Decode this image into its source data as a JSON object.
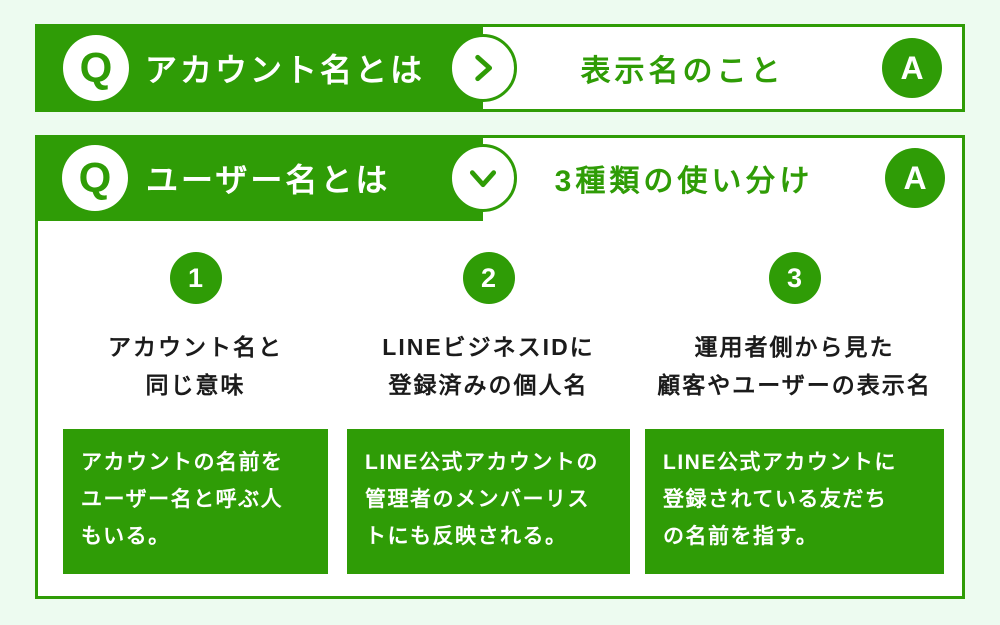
{
  "colors": {
    "accent_green": "#2f9c06",
    "page_background": "#edfbf0",
    "text_dark": "#1b1b1b"
  },
  "qa_banner_1": {
    "q_icon_label": "Q",
    "question": "アカウント名とは",
    "arrow_icon": "chevron-right",
    "answer": "表示名のこと",
    "a_icon_label": "A"
  },
  "qa_banner_2": {
    "q_icon_label": "Q",
    "question": "ユーザー名とは",
    "arrow_icon": "chevron-down",
    "answer": "3種類の使い分け",
    "a_icon_label": "A"
  },
  "columns": [
    {
      "number": "1",
      "heading_lines": [
        "アカウント名と",
        "同じ意味"
      ],
      "description_lines": [
        "アカウントの名前を",
        "ユーザー名と呼ぶ人",
        "もいる。"
      ]
    },
    {
      "number": "2",
      "heading_lines": [
        "LINEビジネスIDに",
        "登録済みの個人名"
      ],
      "description_lines": [
        "LINE公式アカウントの",
        "管理者のメンバーリス",
        "トにも反映される。"
      ]
    },
    {
      "number": "3",
      "heading_lines": [
        "運用者側から見た",
        "顧客やユーザーの表示名"
      ],
      "description_lines": [
        "LINE公式アカウントに",
        "登録されている友だち",
        "の名前を指す。"
      ]
    }
  ]
}
